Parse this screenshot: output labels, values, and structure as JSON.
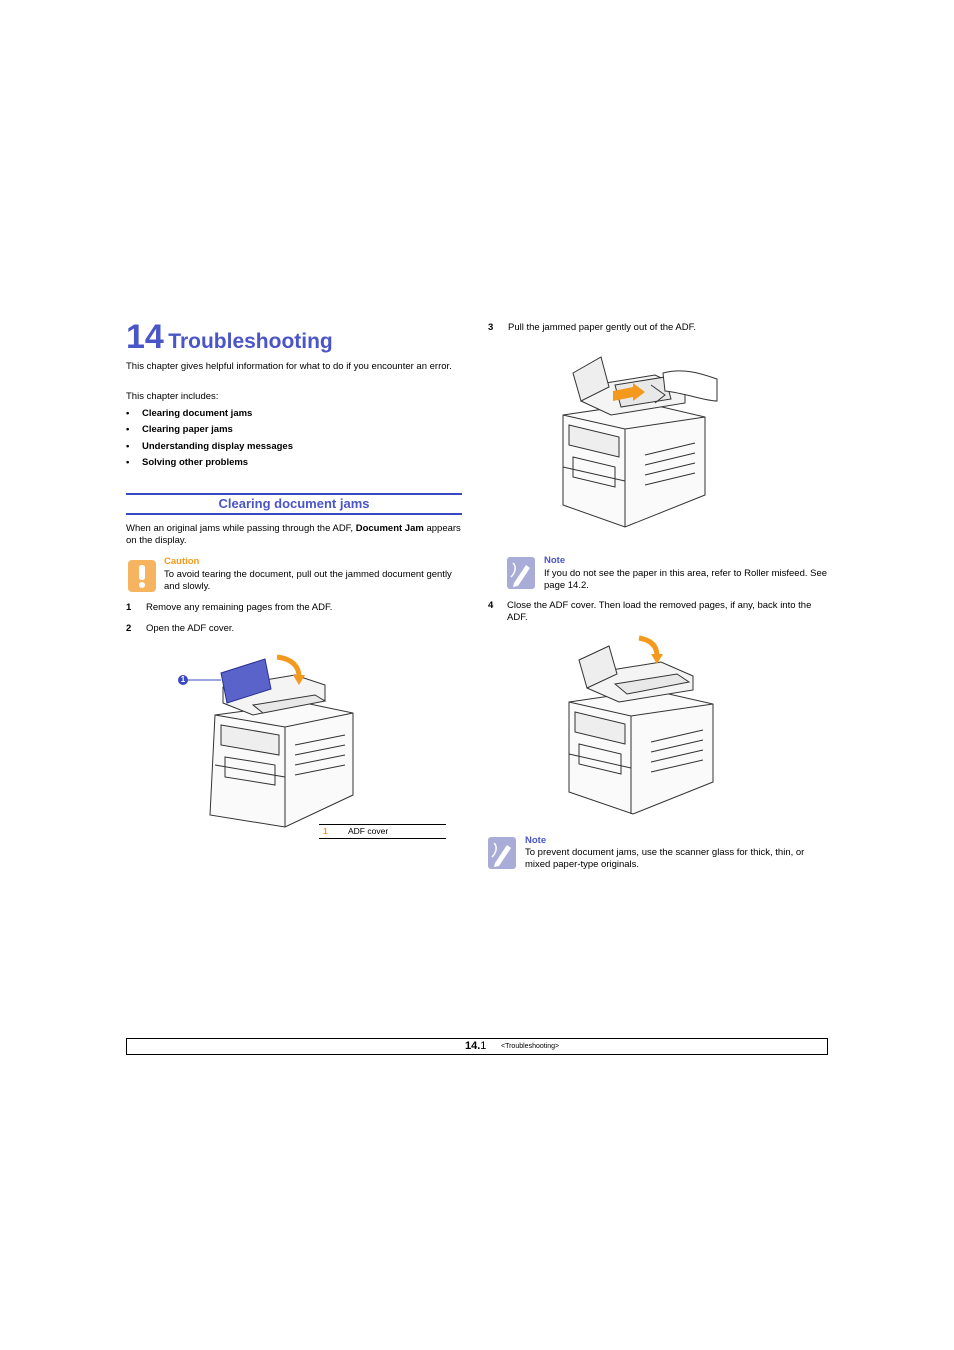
{
  "chapter": {
    "number": "14",
    "title": "Troubleshooting",
    "intro": "This chapter gives helpful information for what to do if you encounter an error.",
    "includes_label": "This chapter includes:",
    "bullets": [
      "Clearing document jams",
      "Clearing paper jams",
      "Understanding display messages",
      "Solving other problems"
    ]
  },
  "section": {
    "title": "Clearing document jams",
    "intro_before": "When an original jams while passing through the ADF, ",
    "intro_bold": "Document Jam",
    "intro_after": "appears on the display."
  },
  "caution": {
    "title": "Caution",
    "text": "To avoid tearing the document, pull out the jammed document gently and slowly."
  },
  "steps": [
    {
      "num": "1",
      "text": "Remove any remaining pages from the ADF."
    },
    {
      "num": "2",
      "text": "Open the ADF cover."
    },
    {
      "num": "3",
      "text": "Pull the jammed paper gently out of the ADF."
    },
    {
      "num": "4",
      "text": "Close the ADF cover. Then load the removed pages, if any, back into the ADF."
    }
  ],
  "figure_legend": {
    "num": "1",
    "label": "ADF cover",
    "callout": "1"
  },
  "notes": [
    {
      "title": "Note",
      "text": "If you do not see the paper in this area, refer to Roller misfeed. See page 14.2."
    },
    {
      "title": "Note",
      "text": "To prevent document jams, use the scanner glass for thick, thin, or mixed paper-type originals."
    }
  ],
  "footer": {
    "page_major": "14.",
    "page_minor": "1",
    "section_tag": "<Troubleshooting>"
  },
  "colors": {
    "accent": "#4a55c8",
    "caution": "#f39a1e",
    "note_icon": "#a8acd6"
  }
}
